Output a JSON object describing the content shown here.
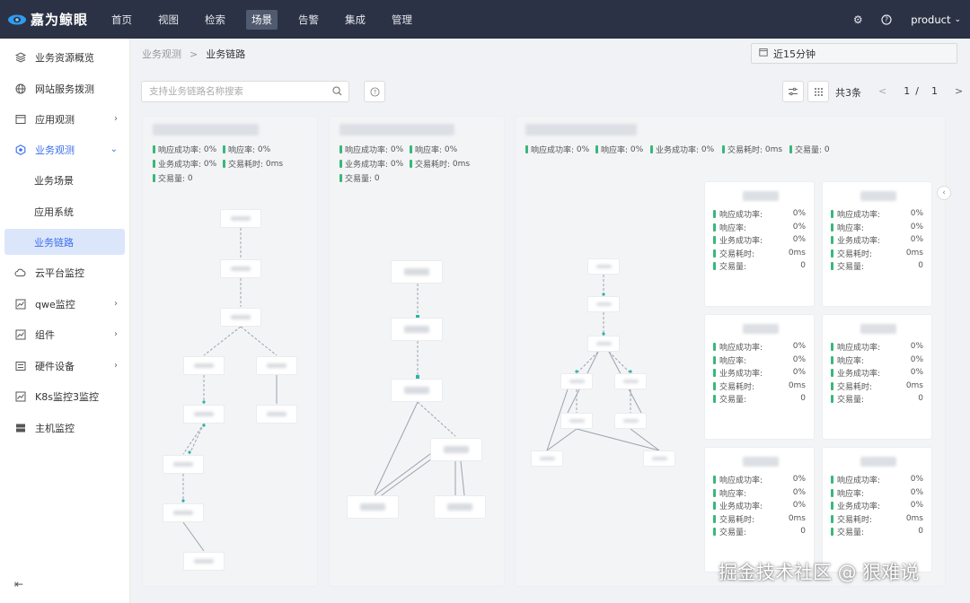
{
  "app": {
    "logo_text": "嘉为鲸眼"
  },
  "nav": {
    "items": [
      "首页",
      "视图",
      "检索",
      "场景",
      "告警",
      "集成",
      "管理"
    ],
    "active": "场景"
  },
  "top_right": {
    "user": "product",
    "icons": [
      "gear-icon",
      "help-circle-icon"
    ]
  },
  "sidebar": {
    "items": [
      {
        "label": "业务资源概览",
        "icon": "layers-icon"
      },
      {
        "label": "网站服务拨测",
        "icon": "globe-icon"
      },
      {
        "label": "应用观测",
        "icon": "app-window-icon"
      },
      {
        "label": "业务观测",
        "icon": "hexagon-icon"
      },
      {
        "label": "业务场景"
      },
      {
        "label": "应用系统"
      },
      {
        "label": "业务链路"
      },
      {
        "label": "云平台监控",
        "icon": "cloud-icon"
      },
      {
        "label": "qwe监控",
        "icon": "chart-icon"
      },
      {
        "label": "组件",
        "icon": "chart-icon"
      },
      {
        "label": "硬件设备",
        "icon": "device-icon"
      },
      {
        "label": "K8s监控3监控",
        "icon": "chart-icon"
      },
      {
        "label": "主机监控",
        "icon": "server-icon"
      }
    ],
    "selected": "业务链路"
  },
  "breadcrumb": {
    "parent": "业务观测",
    "separator": ">",
    "current": "业务链路"
  },
  "time_range": {
    "value": "近15分钟"
  },
  "search": {
    "placeholder": "支持业务链路名称搜索"
  },
  "pagination": {
    "total": "共3条",
    "current": "1",
    "separator": "/",
    "pages": "1",
    "prev": "<",
    "next": ">"
  },
  "metric_labels": {
    "resp_success": "响应成功率:",
    "resp_rate": "响应率:",
    "biz_success": "业务成功率:",
    "trade_time": "交易耗时:",
    "trade_count": "交易量:"
  },
  "cards": [
    {
      "resp_success": "0%",
      "resp_rate": "0%",
      "biz_success": "0%",
      "trade_time": "0ms",
      "trade_count": "0"
    },
    {
      "resp_success": "0%",
      "resp_rate": "0%",
      "biz_success": "0%",
      "trade_time": "0ms",
      "trade_count": "0"
    },
    {
      "resp_success": "0%",
      "resp_rate": "0%",
      "biz_success": "0%",
      "trade_time": "0ms",
      "trade_count": "0"
    }
  ],
  "node_panels": [
    {
      "resp_success": "0%",
      "resp_rate": "0%",
      "biz_success": "0%",
      "trade_time": "0ms",
      "trade_count": "0"
    },
    {
      "resp_success": "0%",
      "resp_rate": "0%",
      "biz_success": "0%",
      "trade_time": "0ms",
      "trade_count": "0"
    },
    {
      "resp_success": "0%",
      "resp_rate": "0%",
      "biz_success": "0%",
      "trade_time": "0ms",
      "trade_count": "0"
    },
    {
      "resp_success": "0%",
      "resp_rate": "0%",
      "biz_success": "0%",
      "trade_time": "0ms",
      "trade_count": "0"
    },
    {
      "resp_success": "0%",
      "resp_rate": "0%",
      "biz_success": "0%",
      "trade_time": "0ms",
      "trade_count": "0"
    },
    {
      "resp_success": "0%",
      "resp_rate": "0%",
      "biz_success": "0%",
      "trade_time": "0ms",
      "trade_count": "0"
    }
  ],
  "watermark": "掘金技术社区 @ 狠难说",
  "colors": {
    "accent": "#3a6ff0",
    "topbar": "#2b3245",
    "metric_bar": "#39b77a",
    "selected_bg": "#dce6fb"
  }
}
